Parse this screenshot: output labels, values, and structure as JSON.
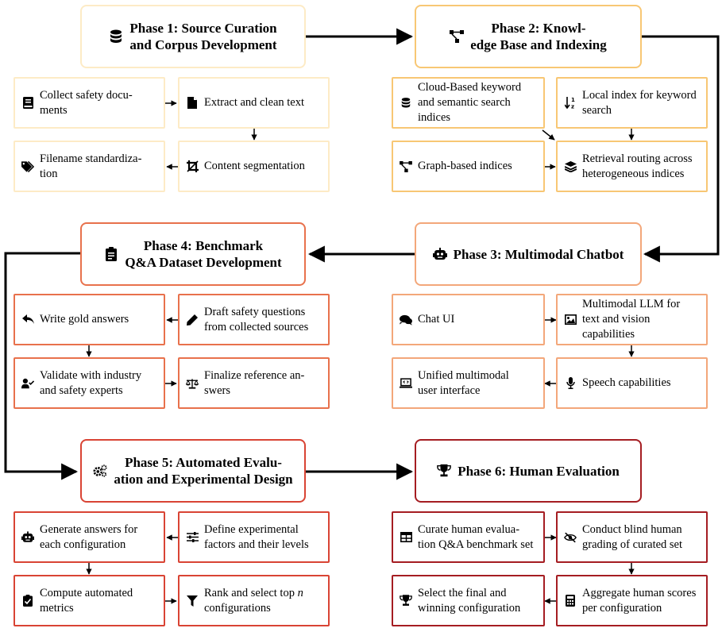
{
  "colors": {
    "p1": "#fdebc6",
    "p2": "#f8c774",
    "p3": "#f3a77a",
    "p4": "#e8714c",
    "p5": "#d94434",
    "p6": "#a51d22",
    "arrow": "#000000"
  },
  "phases": {
    "p1": {
      "icon": "database-icon",
      "line1": "Phase 1: Source Curation",
      "line2": "and Corpus Development"
    },
    "p2": {
      "icon": "graph-nodes-icon",
      "line1": "Phase 2: Knowl-",
      "line2": "edge Base and Indexing"
    },
    "p3": {
      "icon": "robot-icon",
      "line1": "Phase 3: Multimodal Chatbot",
      "line2": ""
    },
    "p4": {
      "icon": "clipboard-icon",
      "line1": "Phase 4: Benchmark",
      "line2": "Q&A Dataset Development"
    },
    "p5": {
      "icon": "gears-icon",
      "line1": "Phase 5: Automated Evalu-",
      "line2": "ation and Experimental Design"
    },
    "p6": {
      "icon": "trophy-icon",
      "line1": "Phase 6: Human Evaluation",
      "line2": ""
    }
  },
  "tasks": {
    "p1a": {
      "icon": "book-icon",
      "line1": "Collect safety docu-",
      "line2": "ments"
    },
    "p1b": {
      "icon": "file-icon",
      "line1": "Extract and clean text",
      "line2": ""
    },
    "p1c": {
      "icon": "tags-icon",
      "line1": "Filename standardiza-",
      "line2": "tion"
    },
    "p1d": {
      "icon": "crop-icon",
      "line1": "Content segmentation",
      "line2": ""
    },
    "p2a": {
      "icon": "database-icon",
      "line1": "Cloud-Based keyword",
      "line2": "and semantic search indices"
    },
    "p2b": {
      "icon": "sort-icon",
      "line1": "Local index for keyword",
      "line2": "search"
    },
    "p2c": {
      "icon": "graph-nodes-icon",
      "line1": "Graph-based indices",
      "line2": ""
    },
    "p2d": {
      "icon": "layers-icon",
      "line1": "Retrieval routing across",
      "line2": "heterogeneous indices"
    },
    "p3a": {
      "icon": "comments-icon",
      "line1": "Chat UI",
      "line2": ""
    },
    "p3b": {
      "icon": "image-icon",
      "line1": "Multimodal LLM for",
      "line2": "text and vision capabilities"
    },
    "p3c": {
      "icon": "laptop-icon",
      "line1": "Unified multimodal",
      "line2": "user interface"
    },
    "p3d": {
      "icon": "microphone-icon",
      "line1": "Speech capabilities",
      "line2": ""
    },
    "p4a": {
      "icon": "reply-icon",
      "line1": "Write gold answers",
      "line2": ""
    },
    "p4b": {
      "icon": "pen-icon",
      "line1": "Draft safety questions",
      "line2": "from collected sources"
    },
    "p4c": {
      "icon": "user-check-icon",
      "line1": "Validate with industry",
      "line2": "and safety experts"
    },
    "p4d": {
      "icon": "scale-icon",
      "line1": "Finalize reference an-",
      "line2": "swers"
    },
    "p5a": {
      "icon": "robot-icon",
      "line1": "Generate answers for",
      "line2": "each configuration"
    },
    "p5b": {
      "icon": "sliders-icon",
      "line1": "Define experimental",
      "line2": "factors and their levels"
    },
    "p5c": {
      "icon": "clipboard-check-icon",
      "line1": "Compute automated",
      "line2": "metrics"
    },
    "p5d": {
      "icon": "filter-icon",
      "line1": "Rank and select top n",
      "line2": "configurations"
    },
    "p6a": {
      "icon": "table-icon",
      "line1": "Curate human evalua-",
      "line2": "tion Q&A benchmark set"
    },
    "p6b": {
      "icon": "eye-slash-icon",
      "line1": "Conduct blind human",
      "line2": "grading of curated set"
    },
    "p6c": {
      "icon": "trophy-icon",
      "line1": "Select the final and",
      "line2": "winning configuration"
    },
    "p6d": {
      "icon": "calculator-icon",
      "line1": "Aggregate human scores",
      "line2": "per configuration"
    }
  }
}
